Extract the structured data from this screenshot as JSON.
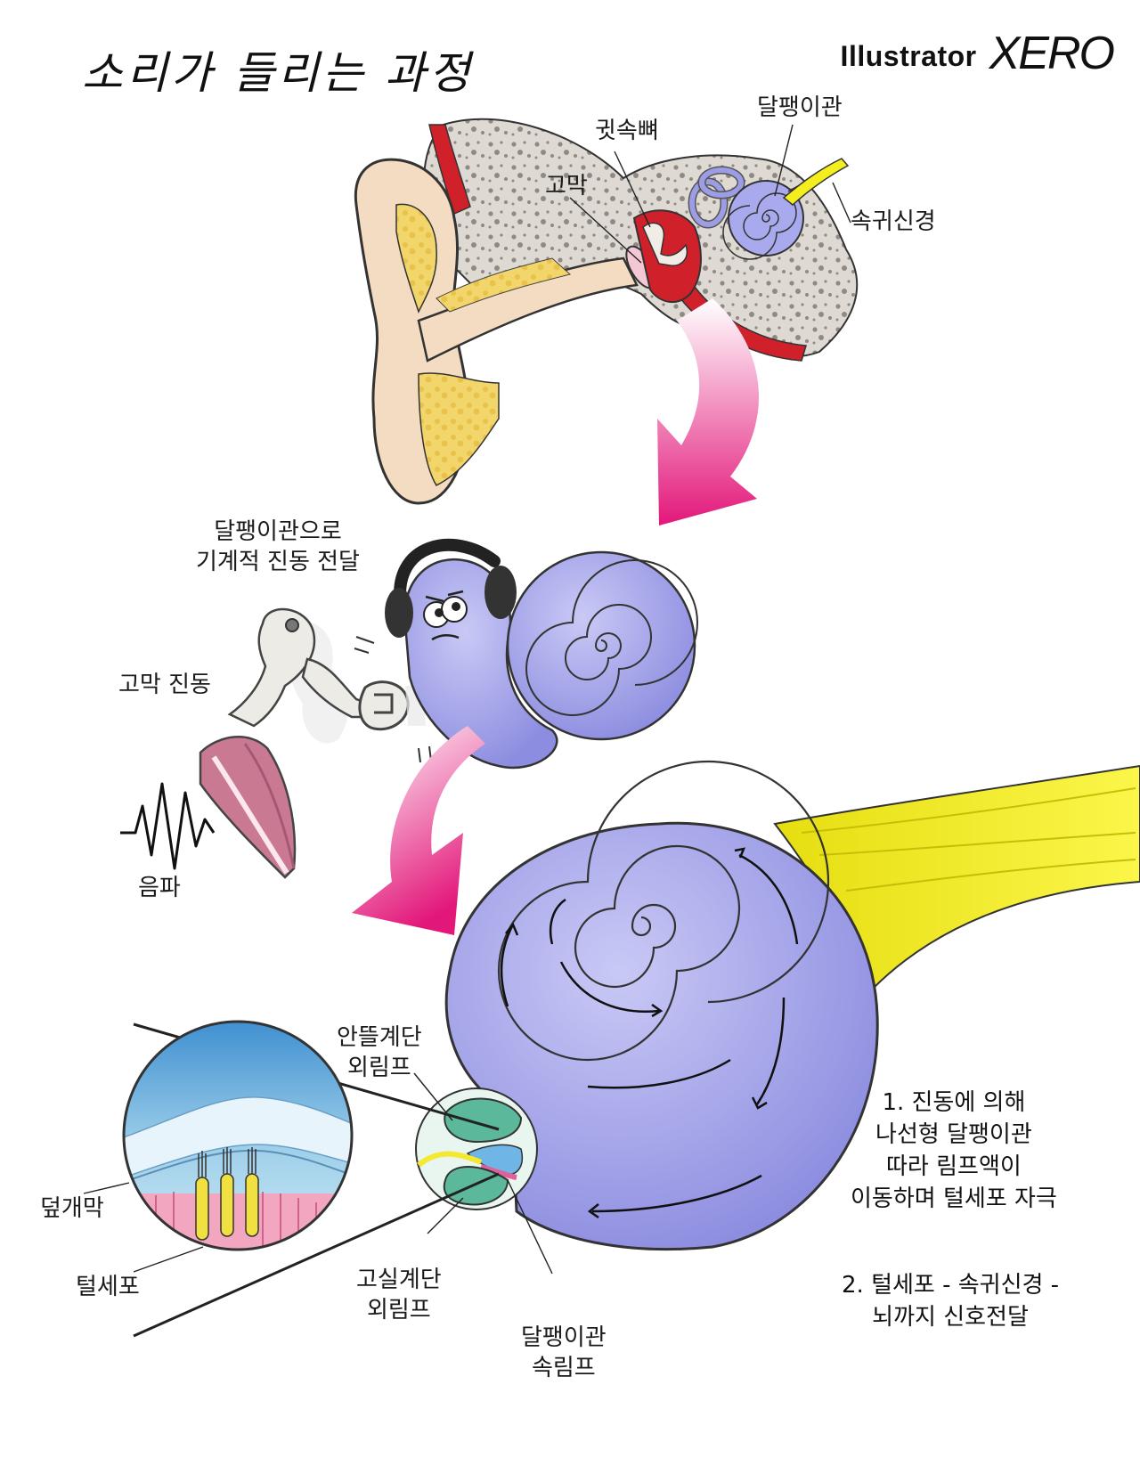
{
  "title": "소리가 들리는 과정",
  "brand": {
    "name": "Illustrator",
    "logo_text": "XERO"
  },
  "labels": {
    "ossicles": "귓속뼈",
    "cochlea": "달팽이관",
    "eardrum": "고막",
    "auditory_nerve": "속귀신경",
    "transmission": [
      "달팽이관으로",
      "기계적 진동 전달"
    ],
    "eardrum_vibration": "고막 진동",
    "sound_wave": "음파",
    "scala_vestibuli": [
      "안뜰계단",
      "외림프"
    ],
    "tectorial_membrane": "덮개막",
    "hair_cell": "털세포",
    "scala_tympani": [
      "고실계단",
      "외림프"
    ],
    "cochlear_duct": [
      "달팽이관",
      "속림프"
    ]
  },
  "notes": {
    "step1": [
      "1. 진동에 의해",
      "나선형 달팽이관",
      "따라 림프액이",
      "이동하며 털세포 자극"
    ],
    "step2": [
      "2. 털세포 - 속귀신경 -",
      "뇌까지 신호전달"
    ]
  },
  "colors": {
    "skin": "#f4dcc2",
    "cartilage": "#f2d66b",
    "bone": "#d9d4cc",
    "blood": "#d0202a",
    "cochlea": "#a9a9ee",
    "nerve": "#f4ee1e",
    "arrow": "#e3177a",
    "fluid_blue": "#77b8e0",
    "duct_green": "#5bb89a",
    "hair_cell": "#f0e040",
    "support_cells": "#f3a6c0"
  }
}
